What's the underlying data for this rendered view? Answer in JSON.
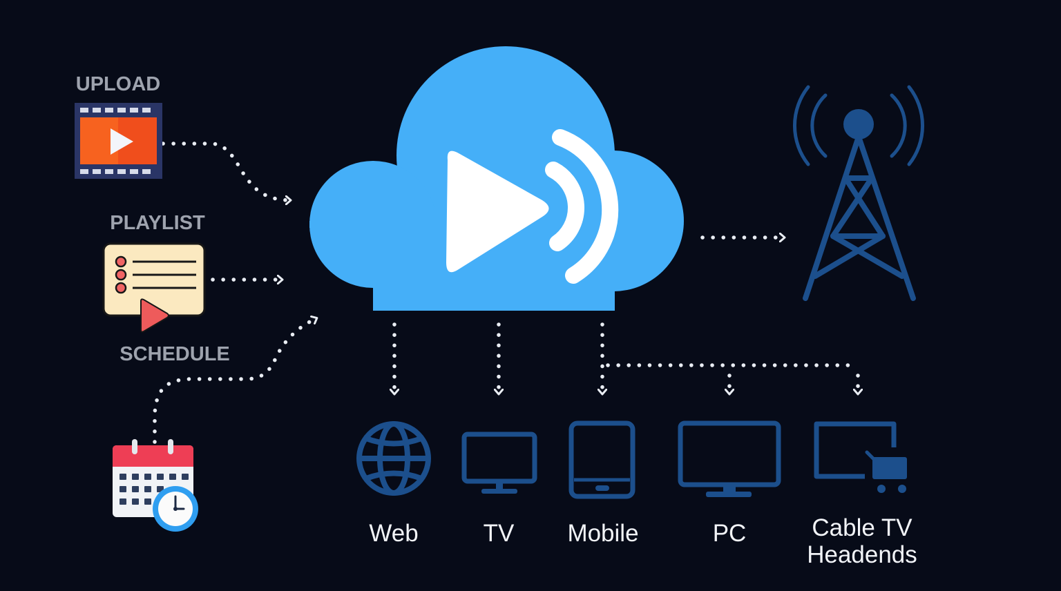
{
  "sources": {
    "upload": {
      "label": "UPLOAD",
      "icon": "video-file-icon"
    },
    "playlist": {
      "label": "PLAYLIST",
      "icon": "playlist-icon"
    },
    "schedule": {
      "label": "SCHEDULE",
      "icon": "calendar-clock-icon"
    }
  },
  "hub": {
    "icon": "cloud-streaming-icon"
  },
  "broadcast": {
    "icon": "broadcast-tower-icon"
  },
  "destinations": {
    "web": {
      "label": "Web",
      "icon": "globe-icon"
    },
    "tv": {
      "label": "TV",
      "icon": "tv-icon"
    },
    "mobile": {
      "label": "Mobile",
      "icon": "tablet-icon"
    },
    "pc": {
      "label": "PC",
      "icon": "pc-monitor-icon"
    },
    "cable": {
      "label_line1": "Cable TV",
      "label_line2": "Headends",
      "icon": "cable-headend-icon"
    }
  },
  "colors": {
    "background": "#070b18",
    "cloud": "#45aff8",
    "device": "#1c4f8c",
    "label_gray": "#9ea3ae",
    "label_white": "#f2f4f8",
    "connector": "#e9edf3",
    "upload_orange": "#f04e1c",
    "calendar_red": "#ee3e55",
    "clock_blue": "#2f9ef0"
  }
}
